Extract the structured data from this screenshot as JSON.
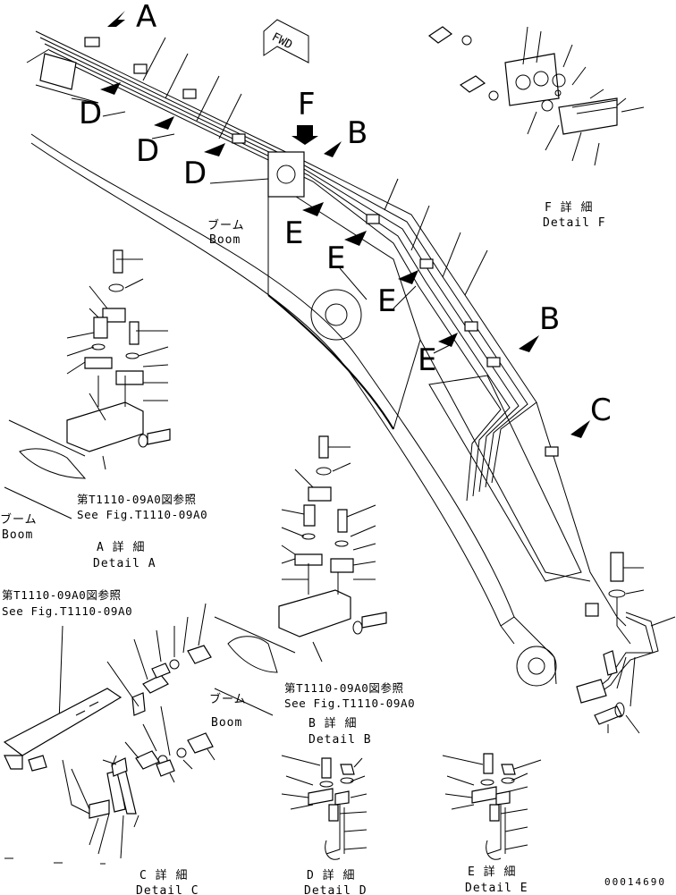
{
  "callouts": {
    "A": "A",
    "B": "B",
    "C": "C",
    "D": "D",
    "E": "E",
    "F": "F"
  },
  "fwd": "FWD",
  "labels": {
    "boom_jp": "ブーム",
    "boom_en": "Boom",
    "detail_f_jp": "F 詳 細",
    "detail_f_en": "Detail F",
    "detail_a_jp": "A 詳 細",
    "detail_a_en": "Detail A",
    "detail_b_jp": "B 詳 細",
    "detail_b_en": "Detail B",
    "detail_c_jp": "C 詳 細",
    "detail_c_en": "Detail C",
    "detail_d_jp": "D 詳 細",
    "detail_d_en": "Detail D",
    "detail_e_jp": "E 詳 細",
    "detail_e_en": "Detail E",
    "see_fig_jp": "第T1110-09A0図参照",
    "see_fig_en": "See Fig.T1110-09A0",
    "drawing_no": "00014690"
  }
}
